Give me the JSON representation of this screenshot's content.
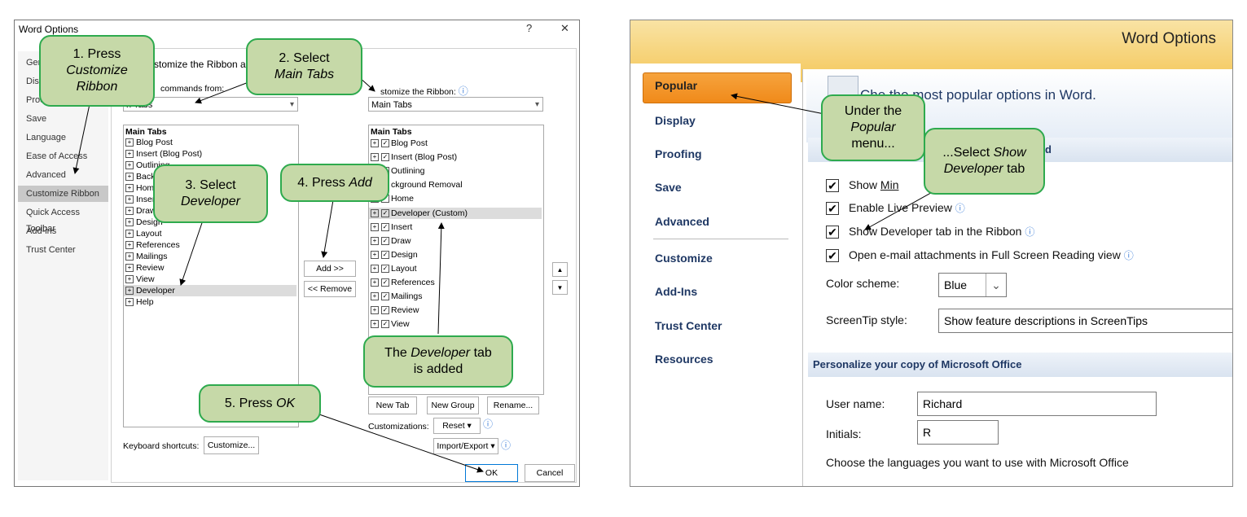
{
  "left": {
    "window_title": "Word Options",
    "help_glyph": "?",
    "close_glyph": "✕",
    "nav_items": [
      "Gen",
      "Disp",
      "Proo",
      "Save",
      "Language",
      "Ease of Access",
      "Advanced",
      "Customize Ribbon",
      "Quick Access Toolbar",
      "Add-ins",
      "Trust Center"
    ],
    "selected_nav": "Customize Ribbon",
    "heading": "stomize the Ribbon an",
    "choose_label": "commands from:",
    "choose_value": "n Tabs",
    "customize_label": "stomize the Ribbon:",
    "customize_value": "Main Tabs",
    "left_list_header": "Main Tabs",
    "left_list": [
      "Blog Post",
      "Insert (Blog Post)",
      "Outlining",
      "Backg",
      "Hom",
      "Inser",
      "Draw",
      "Design",
      "Layout",
      "References",
      "Mailings",
      "Review",
      "View",
      "Developer",
      "Help"
    ],
    "left_selected": "Developer",
    "right_list_header": "Main Tabs",
    "right_list": [
      "Blog Post",
      "Insert (Blog Post)",
      "Outlining",
      "ckground Removal",
      "Home",
      "Developer (Custom)",
      "Insert",
      "Draw",
      "Design",
      "Layout",
      "References",
      "Mailings",
      "Review",
      "View"
    ],
    "right_selected": "Developer (Custom)",
    "add_button": "Add >>",
    "remove_button": "<< Remove",
    "new_tab": "New Tab",
    "new_group": "New Group",
    "rename": "Rename...",
    "customizations_label": "Customizations:",
    "reset": "Reset ▾",
    "import_export": "Import/Export ▾",
    "keyboard_label": "Keyboard shortcuts:",
    "customize_button": "Customize...",
    "ok": "OK",
    "cancel": "Cancel",
    "up_glyph": "▲",
    "down_glyph": "▼"
  },
  "callouts": {
    "c1_line1": "1. Press",
    "c1_line2": "Customize",
    "c1_line3": "Ribbon",
    "c2_line1": "2. Select",
    "c2_line2": "Main Tabs",
    "c3_line1": "3. Select",
    "c3_line2": "Developer",
    "c4_plain": "4. Press ",
    "c4_em": "Add",
    "c5_plain": "5. Press ",
    "c5_em": "OK",
    "c6_pre": "The ",
    "c6_em": "Developer",
    "c6_post": " tab",
    "c6_line2": "is added",
    "c7_line1": "Under the",
    "c7_line2": "Popular",
    "c7_line3": "menu...",
    "c8_pre": "...Select ",
    "c8_em1": "Show",
    "c8_em2": "Developer",
    "c8_post": " tab"
  },
  "right": {
    "window_title": "Word Options",
    "nav_items": [
      "Popular",
      "Display",
      "Proofing",
      "Save",
      "Advanced",
      "Customize",
      "Add-Ins",
      "Trust Center",
      "Resources"
    ],
    "selected_nav": "Popular",
    "intro_visible": "e the most popular options in Word.",
    "intro_prefix": "Ch",
    "section_top_tail": "rd",
    "options": [
      {
        "label_a": "Show ",
        "label_b": "Min",
        "label_c": "tion",
        "checked": true
      },
      {
        "label": "Enable Live Preview",
        "checked": true
      },
      {
        "label": "Show Developer tab in the Ribbon",
        "checked": true
      },
      {
        "label": "Open e-mail attachments in Full Screen Reading view",
        "checked": true
      }
    ],
    "color_scheme_label": "Color scheme:",
    "color_scheme_value": "Blue",
    "screentip_label": "ScreenTip style:",
    "screentip_value": "Show feature descriptions in ScreenTips",
    "personalize_heading": "Personalize your copy of Microsoft Office",
    "user_name_label": "User name:",
    "user_name_value": "Richard",
    "initials_label": "Initials:",
    "initials_value": "R",
    "languages_text": "Choose the languages you want to use with Microsoft Office",
    "check_glyph": "✔",
    "info_glyph": "ⓘ",
    "dropdown_glyph": "⌄"
  },
  "colors": {
    "callout_fill": "#c6d9a8",
    "callout_border": "#2eaa4e",
    "popular_orange": "#f08a1a",
    "header_gold": "#f4c75a"
  }
}
